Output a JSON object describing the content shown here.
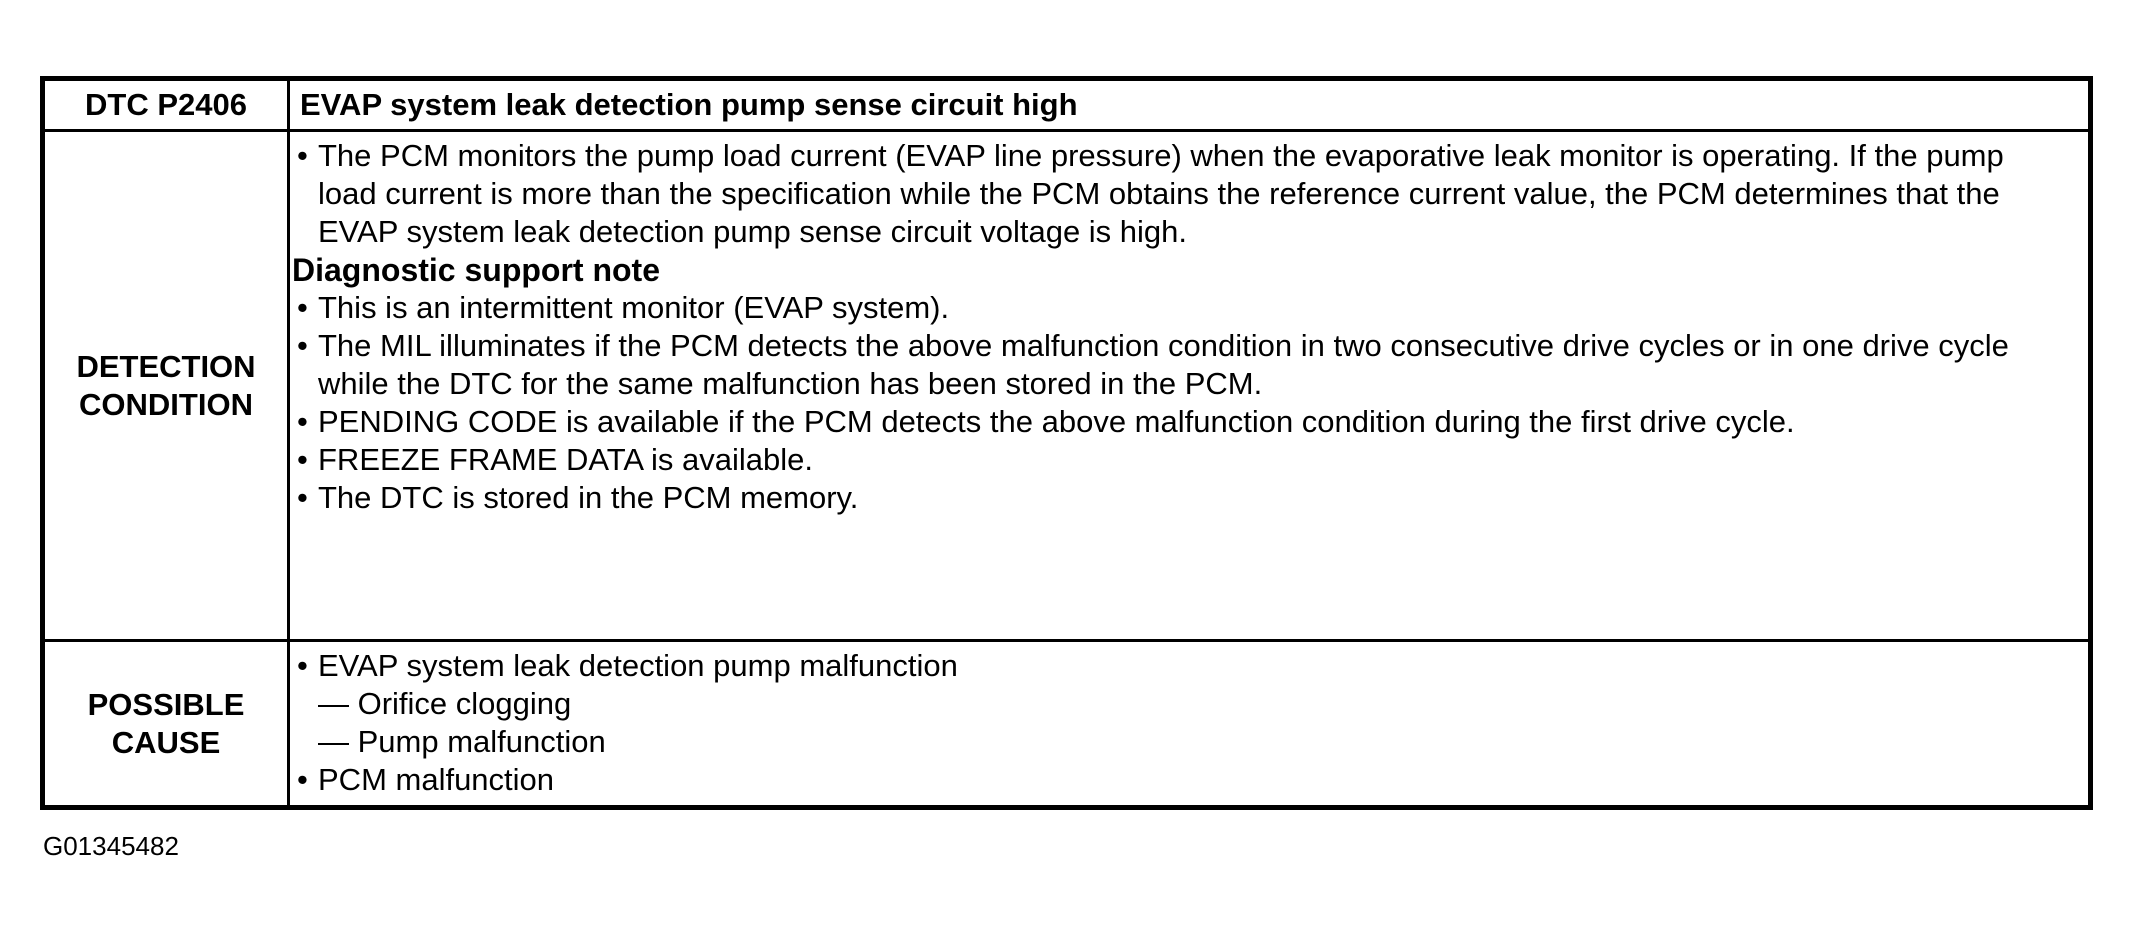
{
  "document": {
    "figure_id": "G01345482"
  },
  "colors": {
    "background": "#ffffff",
    "text": "#000000",
    "border": "#000000"
  },
  "dtc_table": {
    "header": {
      "code": "DTC P2406",
      "title": "EVAP system leak detection pump sense circuit high"
    },
    "detection_condition": {
      "label": "DETECTION CONDITION",
      "monitor_bullets": [
        "The PCM monitors the pump load current (EVAP line pressure) when the evaporative leak monitor is operating. If the pump load current is more than the specification while the PCM obtains the reference current value, the PCM determines that the EVAP system leak detection pump sense circuit voltage is high."
      ],
      "subheading": "Diagnostic support note",
      "support_bullets": [
        "This is an intermittent monitor (EVAP system).",
        "The MIL illuminates if the PCM detects the above malfunction condition in two consecutive drive cycles or in one drive cycle while the DTC for the same malfunction has been stored in the PCM.",
        "PENDING CODE is available if the PCM detects the above malfunction condition during the first drive cycle.",
        "FREEZE FRAME DATA is available.",
        "The DTC is stored in the PCM memory."
      ]
    },
    "possible_cause": {
      "label": "POSSIBLE CAUSE",
      "bullets": [
        {
          "text": "EVAP system leak detection pump malfunction",
          "sub_items": [
            "— Orifice clogging",
            "— Pump malfunction"
          ]
        },
        {
          "text": "PCM malfunction",
          "sub_items": []
        }
      ]
    }
  }
}
